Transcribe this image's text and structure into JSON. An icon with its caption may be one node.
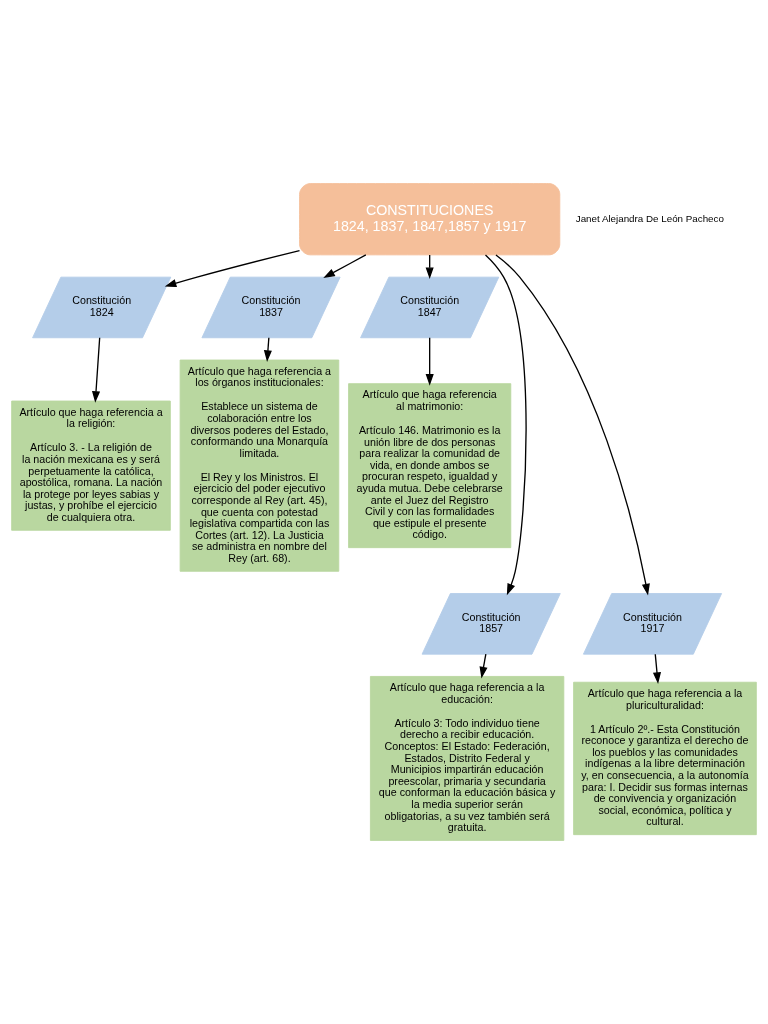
{
  "diagram": {
    "nodes": [
      {
        "text": [
          "CONSTITUCIONES",
          "1824, 1837, 1847,1857 y 1917"
        ]
      },
      {
        "text": [
          "Constitución 1824"
        ]
      },
      {
        "text": [
          "Constitución 1837"
        ]
      },
      {
        "text": [
          "Constitución 1847"
        ]
      },
      {
        "text": [
          "Artículo que haga referencia a la religión:",
          "Artículo 3. - La religión de la nación mexicana es y será perpetuamente la católica, apostólica, romana. La nación la protege por leyes sabias y justas, y prohíbe el ejercicio de cualquiera otra."
        ]
      },
      {
        "text": [
          "Artículo que haga referencia a los órganos institucionales:",
          "Establece un sistema de colaboración entre los diversos poderes del Estado, conformando una Monarquía limitada.",
          "El Rey y los Ministros. El ejercicio del poder ejecutivo corresponde al Rey (art. 45), que cuenta con potestad legislativa compartida con las Cortes (art. 12). La Justicia se administra en nombre del Rey (art. 68)."
        ]
      },
      {
        "text": [
          "Artículo que haga referencia al matrimonio:",
          "Artículo 146. Matrimonio es la unión libre de dos personas para realizar la comunidad de vida, en donde ambos se procuran respeto, igualdad y ayuda mutua. Debe celebrarse ante el Juez del Registro Civil y con las formalidades que estipule el presente código."
        ]
      },
      {
        "text": [
          "Constitución 1857"
        ]
      },
      {
        "text": [
          "Constitución 1917"
        ]
      },
      {
        "text": [
          "Artículo que haga referencia a la educación:",
          "Artículo 3: Todo individuo tiene derecho a recibir educación. Conceptos: El Estado: Federación, Estados, Distrito Federal y Municipios impartirán educación preescolar, primaria y secundaria que conforman la educación básica y la media superior serán obligatorias, a su vez también será gratuita."
        ]
      },
      {
        "text": [
          "Artículo que haga referencia a la pluriculturalidad:",
          "1 Artículo 2º.- Esta Constitución reconoce y garantiza el derecho de los pueblos y las comunidades indígenas a la libre determinación y, en consecuencia, a la autonomía para: I. Decidir sus formas internas de convivencia y organización social, económica, política y cultural."
        ]
      }
    ],
    "edges": [
      {
        "from": 0,
        "to": 1,
        "arrow": "to"
      },
      {
        "from": 0,
        "to": 7,
        "arrow": "to"
      },
      {
        "from": 0,
        "to": 2,
        "arrow": "to"
      },
      {
        "from": 0,
        "to": 8,
        "arrow": "to"
      },
      {
        "from": 0,
        "to": 3,
        "arrow": "to"
      },
      {
        "from": 1,
        "to": 4,
        "arrow": "to"
      },
      {
        "from": 2,
        "to": 5,
        "arrow": "to"
      },
      {
        "from": 3,
        "to": 6,
        "arrow": "to"
      },
      {
        "from": 7,
        "to": 9,
        "arrow": "to"
      },
      {
        "from": 8,
        "to": 10,
        "arrow": "to"
      }
    ],
    "labels": [
      "Janet Alejandra De León Pacheco"
    ]
  }
}
